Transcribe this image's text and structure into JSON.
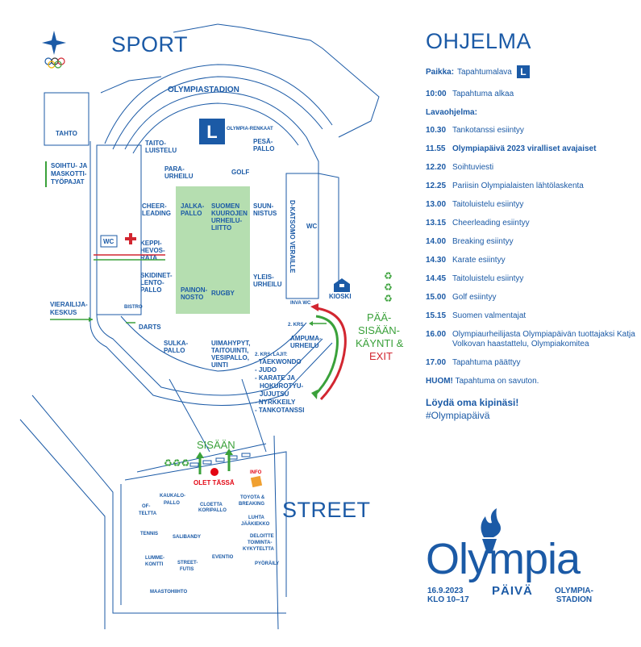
{
  "map": {
    "headline_sport": "SPORT",
    "headline_street": "STREET",
    "stadium_name": "OLYMPIASTADION",
    "stage_letter": "L",
    "stage_label": "OLYMPIA-RENKAAT",
    "zones": {
      "tahto": "TAHTO",
      "soihtu": [
        "SOIHTU- JA",
        "MASKOTTI-",
        "TYÖPAJAT"
      ],
      "taitoluistelu": [
        "TAITO-",
        "LUISTELU"
      ],
      "pesapallo": [
        "PESÄ-",
        "PALLO"
      ],
      "paraurheilu": [
        "PARA-",
        "URHEILU"
      ],
      "golf": "GOLF",
      "cheerleading": [
        "CHEER-",
        "LEADING"
      ],
      "jalkapallo": [
        "JALKA-",
        "PALLO"
      ],
      "kuurojen": [
        "SUOMEN",
        "KUUROJEN",
        "URHEILU-",
        "LIITTO"
      ],
      "suunnistus": [
        "SUUN-",
        "NISTUS"
      ],
      "keppihevos": [
        "KEPPI-",
        "HEVOS-",
        "RATA"
      ],
      "wc": "WC",
      "skidinetti": [
        "SKIDINET-",
        "LENTO-",
        "PALLO"
      ],
      "painonnosto": [
        "PAINON-",
        "NOSTO"
      ],
      "rugby": "RUGBY",
      "yleisurheilu": [
        "YLEIS-",
        "URHEILU"
      ],
      "katsomo": "D-KATSOMO VERAILLE",
      "inva_wc": "INVA WC",
      "kioski": "KIOSKI",
      "vierailija": [
        "VIERAILIJA-",
        "KESKUS"
      ],
      "bistro": "BISTRO",
      "darts": "DARTS",
      "krs2": "2. KRS.",
      "ampuma": [
        "AMPUMA-",
        "URHEILU"
      ],
      "sulkapallo": [
        "SULKA-",
        "PALLO"
      ],
      "uimahypyt": [
        "UIMAHYPYT,",
        "TAITOUINTI,",
        "VESIPALLO,",
        "UINTI"
      ],
      "lajit": [
        "2. KRS. LAJIT:",
        "- TAEKWONDO",
        "- JUDO",
        "- KARATE JA",
        "HOKUROTYU-",
        "JUJUTSU",
        "- NYRKKEILY",
        "- TANKOTANSSI"
      ],
      "entrance": [
        "PÄÄ-",
        "SISÄÄN-",
        "KÄYNTI &"
      ],
      "exit": "EXIT",
      "sisaan": "SISÄÄN",
      "olet_tassa": "OLET TÄSSÄ",
      "info": "INFO",
      "kaukalopallo": [
        "KAUKALO-",
        "PALLO"
      ],
      "ofteltta": [
        "OF-",
        "TELTTA"
      ],
      "cloetta": [
        "CLOETTA",
        "KORIPALLO"
      ],
      "toyota": [
        "TOYOTA &",
        "BREAKING"
      ],
      "luhta": [
        "LUHTA",
        "JÄÄKIEKKO"
      ],
      "tennis": "TENNIS",
      "salibandy": "SALIBANDY",
      "deloitte": [
        "DELOITTE",
        "TOIMINTA-",
        "KYKYTELTTA"
      ],
      "lumme": [
        "LUMME-",
        "KONTTI"
      ],
      "streetfutis": [
        "STREET-",
        "FUTIS"
      ],
      "eventio": "EVENTIO",
      "pyoraily": "PYÖRÄILY",
      "maastohiihto": "MAASTOHIIHTO"
    }
  },
  "program": {
    "title": "OHJELMA",
    "place_label": "Paikka:",
    "place_value": "Tapahtumalava",
    "place_badge": "L",
    "start": {
      "time": "10:00",
      "event": "Tapahtuma alkaa"
    },
    "stage_heading": "Lavaohjelma:",
    "items": [
      {
        "time": "10.30",
        "event": "Tankotanssi esiintyy"
      },
      {
        "time": "11.55",
        "event": "Olympiapäivä 2023 viralliset avajaiset"
      },
      {
        "time": "12.20",
        "event": "Soihtuviesti"
      },
      {
        "time": "12.25",
        "event": "Pariisin Olympialaisten lähtölaskenta"
      },
      {
        "time": "13.00",
        "event": "Taitoluistelu esiintyy"
      },
      {
        "time": "13.15",
        "event": "Cheerleading esiintyy"
      },
      {
        "time": "14.00",
        "event": "Breaking esiintyy"
      },
      {
        "time": "14.30",
        "event": "Karate esiintyy"
      },
      {
        "time": "14.45",
        "event": "Taitoluistelu esiintyy"
      },
      {
        "time": "15.00",
        "event": "Golf esiintyy"
      },
      {
        "time": "15.15",
        "event": "Suomen valmentajat"
      },
      {
        "time": "16.00",
        "event": "Olympiaurheilijasta Olympiapäivän tuottajaksi Katja Volkovan haastattelu, Olympiakomitea"
      },
      {
        "time": "17.00",
        "event": "Tapahtuma päättyy"
      }
    ],
    "note_strong": "HUOM!",
    "note_text": "Tapahtuma on savuton.",
    "claim": "Löydä oma kipinäsi!",
    "hashtag": "#Olympiapäivä"
  },
  "logo": {
    "wordmark": "Olympia",
    "paiva": "PÄIVÄ",
    "date_line1": "16.9.2023",
    "date_line2": "KLO 10–17",
    "venue_line1": "OLYMPIA-",
    "venue_line2": "STADION"
  },
  "colors": {
    "brand_blue": "#1b5aa6",
    "field_green": "#b5deb0",
    "accent_green": "#3aa13a",
    "accent_red": "#d22630",
    "info_orange": "#f0a030"
  }
}
